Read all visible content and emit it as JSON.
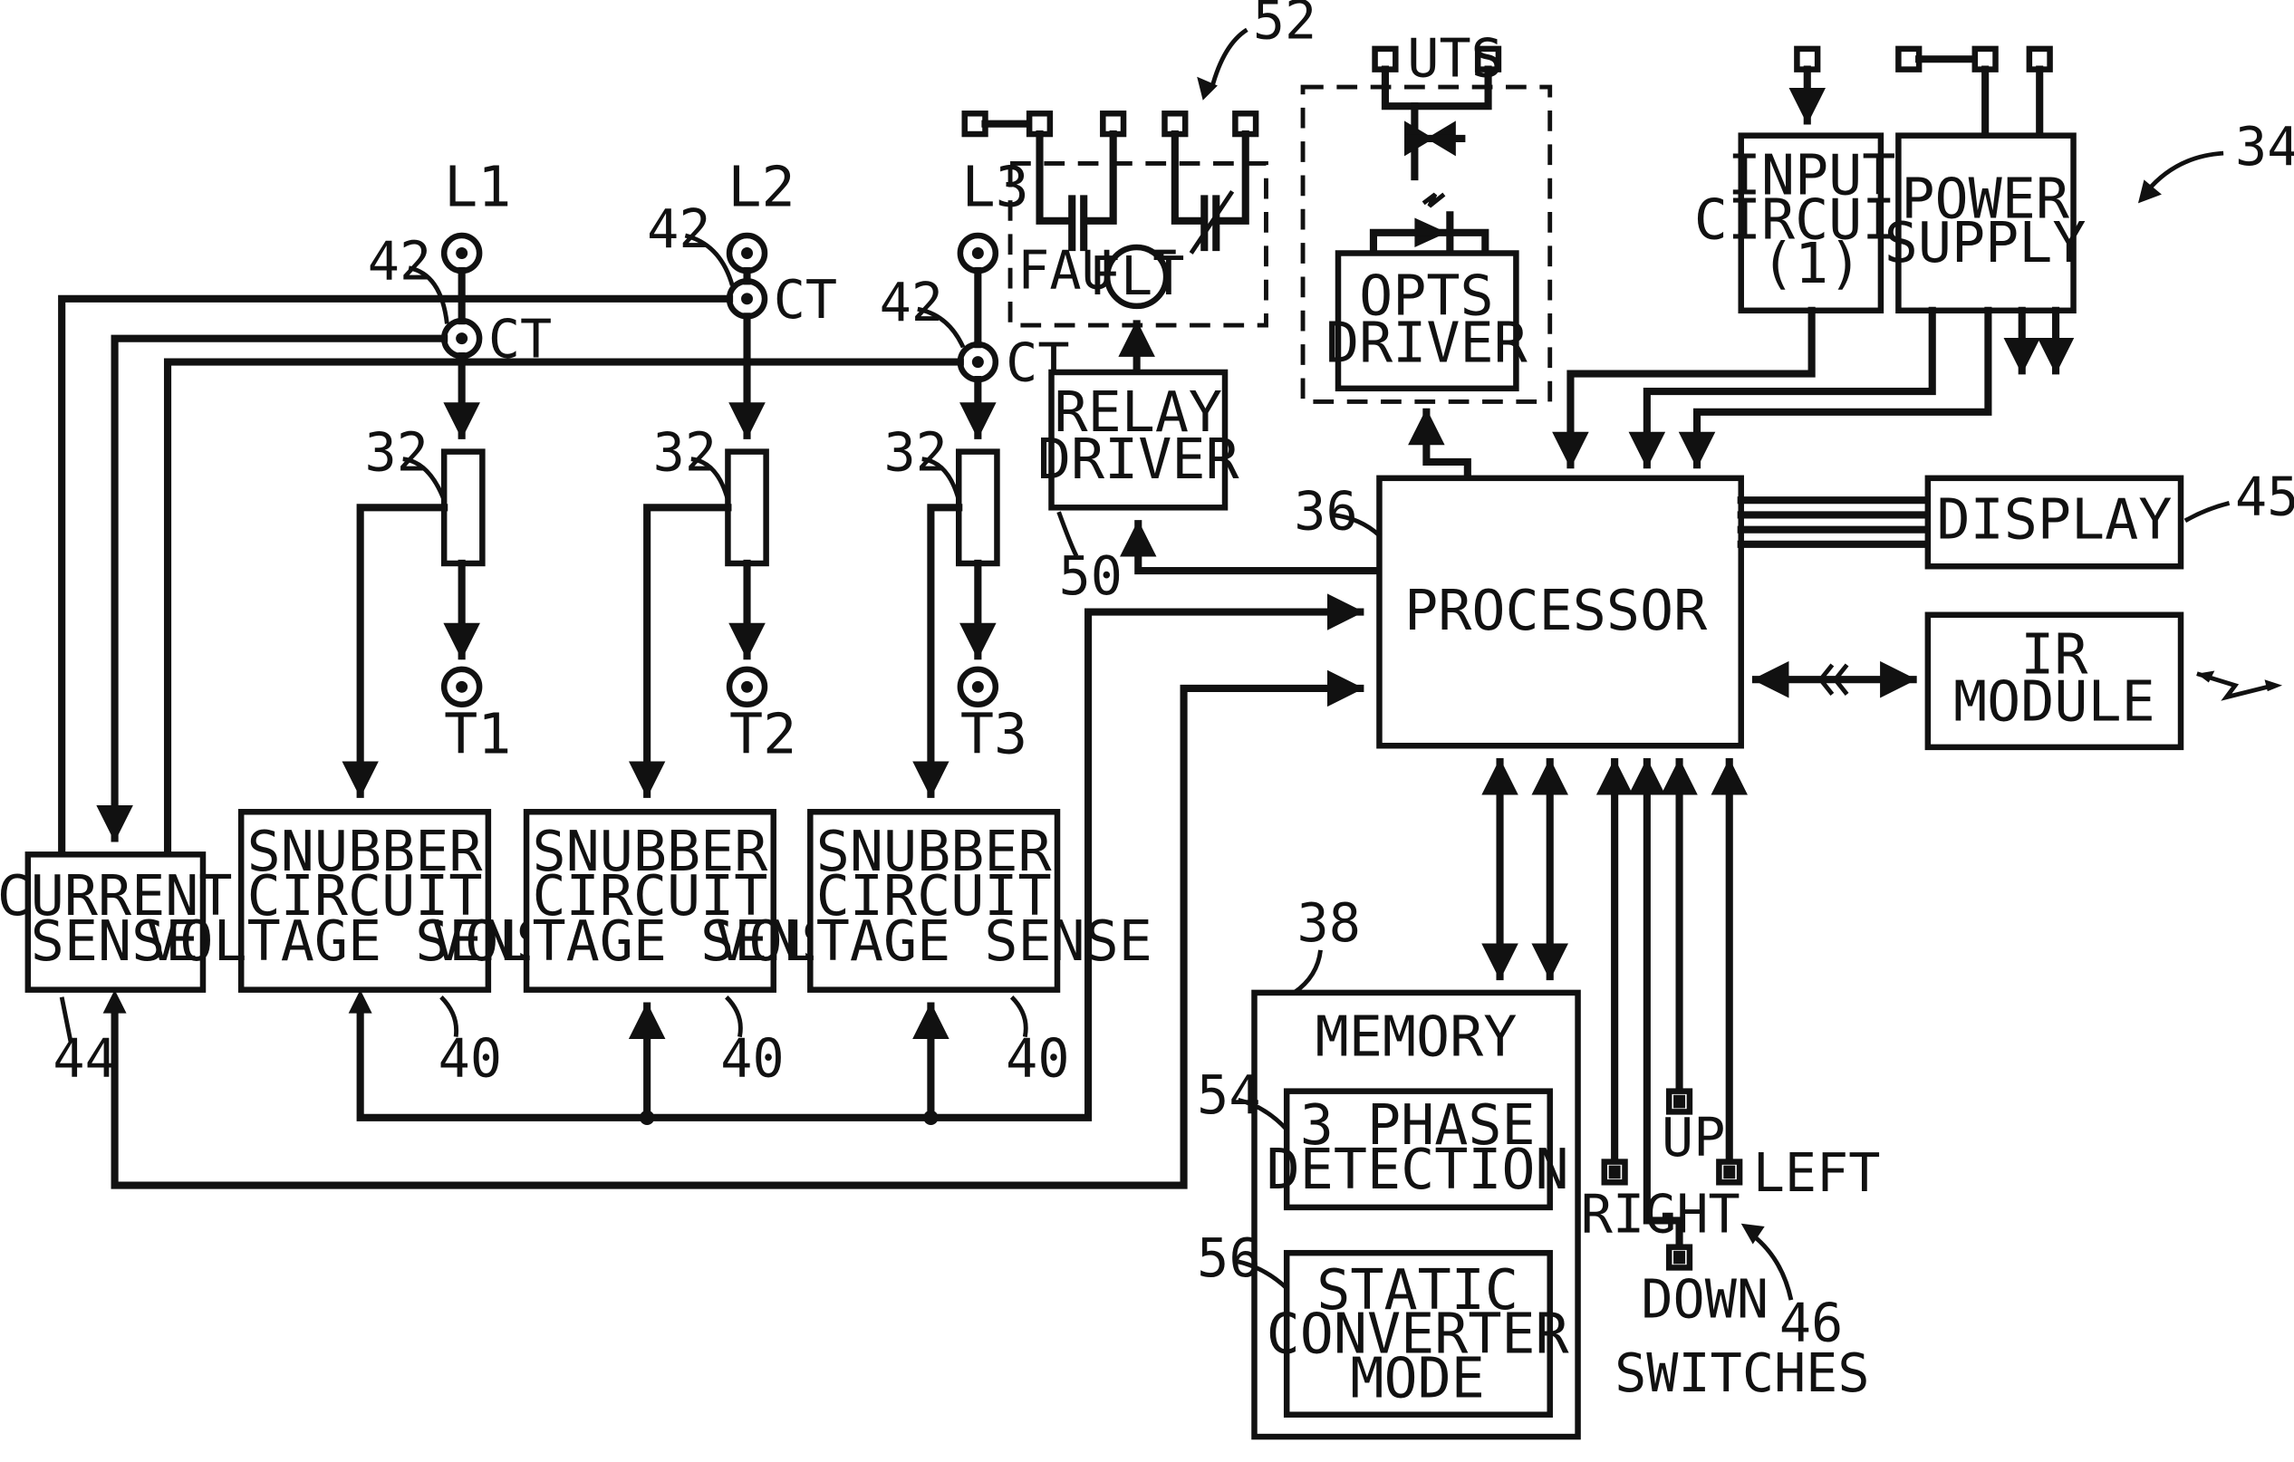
{
  "lines": [
    "L1",
    "L2",
    "L3"
  ],
  "loads": [
    "T1",
    "T2",
    "T3"
  ],
  "ct_label": "CT",
  "ref": {
    "n42": "42",
    "n32": "32",
    "n40": "40",
    "n44": "44",
    "n50": "50",
    "n52": "52",
    "n34": "34",
    "n36": "36",
    "n45": "45",
    "n38": "38",
    "n54": "54",
    "n56": "56",
    "n46": "46"
  },
  "blocks": {
    "current_sense": [
      "CURRENT",
      "SENSE"
    ],
    "snubber": [
      "SNUBBER",
      "CIRCUIT",
      "VOLTAGE SENSE"
    ],
    "relay_driver": [
      "RELAY",
      "DRIVER"
    ],
    "opts_driver": [
      "OPTS",
      "DRIVER"
    ],
    "input_circuit": [
      "INPUT",
      "CIRCUIT",
      "(1)"
    ],
    "power_supply": [
      "POWER",
      "SUPPLY"
    ],
    "processor": "PROCESSOR",
    "display": "DISPLAY",
    "ir_module": [
      "IR",
      "MODULE"
    ],
    "memory": "MEMORY",
    "phase_detection": [
      "3 PHASE",
      "DETECTION"
    ],
    "static_converter": [
      "STATIC",
      "CONVERTER",
      "MODE"
    ]
  },
  "fault_label": "FAULT",
  "flt_label": "FLT",
  "uts_label": "UTS",
  "switches": {
    "right": "RIGHT",
    "up": "UP",
    "down": "DOWN",
    "left": "LEFT",
    "caption": "SWITCHES"
  }
}
